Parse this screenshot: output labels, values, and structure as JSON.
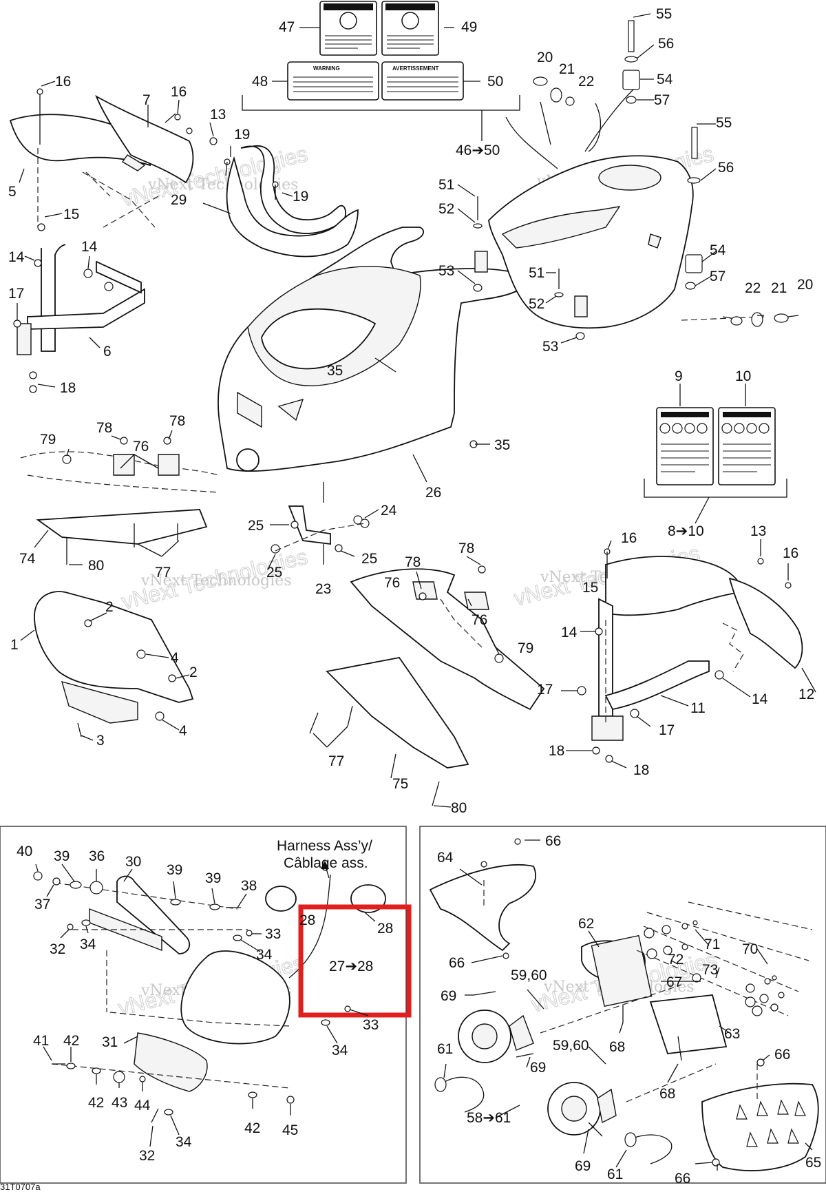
{
  "diagram": {
    "reference_code": "31T0707a",
    "harness_text": [
      "Harness Ass’y/",
      "Câblage ass."
    ],
    "watermark": "vNext Technologies",
    "label_texts": {
      "warning": "WARNING",
      "avertissement": "AVERTISSEMENT"
    },
    "callouts": {
      "c47": "47",
      "c49": "49",
      "c48": "48",
      "c50": "50",
      "c46_50": "46➔50",
      "c55a": "55",
      "c56a": "56",
      "c54a": "54",
      "c57a": "57",
      "c20a": "20",
      "c21a": "21",
      "c22a": "22",
      "c16a": "16",
      "c7": "7",
      "c16b": "16",
      "c13a": "13",
      "c5": "5",
      "c19a": "19",
      "c19b": "19",
      "c29": "29",
      "c15a": "15",
      "c14a": "14",
      "c14b": "14",
      "c17a": "17",
      "c6": "6",
      "c18a": "18",
      "c51a": "51",
      "c52a": "52",
      "c53a": "53",
      "c51b": "51",
      "c52b": "52",
      "c53b": "53",
      "c55b": "55",
      "c56b": "56",
      "c54b": "54",
      "c57b": "57",
      "c22b": "22",
      "c21b": "21",
      "c20b": "20",
      "c35a": "35",
      "c35b": "35",
      "c26": "26",
      "c9": "9",
      "c10": "10",
      "c8_10": "8➔10",
      "c79a": "79",
      "c78a": "78",
      "c76a": "76",
      "c78b": "78",
      "c74": "74",
      "c80a": "80",
      "c77a": "77",
      "c25a": "25",
      "c24": "24",
      "c25b": "25",
      "c25c": "25",
      "c23": "23",
      "c78c": "78",
      "c76b": "76",
      "c78d": "78",
      "c76c": "76",
      "c79b": "79",
      "c77b": "77",
      "c75": "75",
      "c80b": "80",
      "c16c": "16",
      "c15b": "15",
      "c13b": "13",
      "c16d": "16",
      "c14c": "14",
      "c14d": "14",
      "c17b": "17",
      "c11": "11",
      "c17c": "17",
      "c12": "12",
      "c18b": "18",
      "c18c": "18",
      "c1": "1",
      "c2a": "2",
      "c4a": "4",
      "c2b": "2",
      "c3": "3",
      "c4b": "4",
      "c40": "40",
      "c39a": "39",
      "c36": "36",
      "c30": "30",
      "c39b": "39",
      "c39c": "39",
      "c38": "38",
      "c37": "37",
      "c32a": "32",
      "c34a": "34",
      "c33a": "33",
      "c34b": "34",
      "c28a": "28",
      "c28b": "28",
      "c27_28": "27➔28",
      "c33b": "33",
      "c34c": "34",
      "c41": "41",
      "c42a": "42",
      "c31": "31",
      "c42b": "42",
      "c43": "43",
      "c44": "44",
      "c42c": "42",
      "c45": "45",
      "c32b": "32",
      "c34d": "34",
      "c64": "64",
      "c66a": "66",
      "c66b": "66",
      "c62": "62",
      "c71": "71",
      "c70": "70",
      "c72": "72",
      "c73": "73",
      "c59a": "59,60",
      "c67": "67",
      "c69a": "69",
      "c63": "63",
      "c68a": "68",
      "c61a": "61",
      "c59b": "59,60",
      "c69b": "69",
      "c68b": "68",
      "c66c": "66",
      "c58_61": "58➔61",
      "c69c": "69",
      "c61b": "61",
      "c65": "65",
      "c66d": "66"
    }
  }
}
